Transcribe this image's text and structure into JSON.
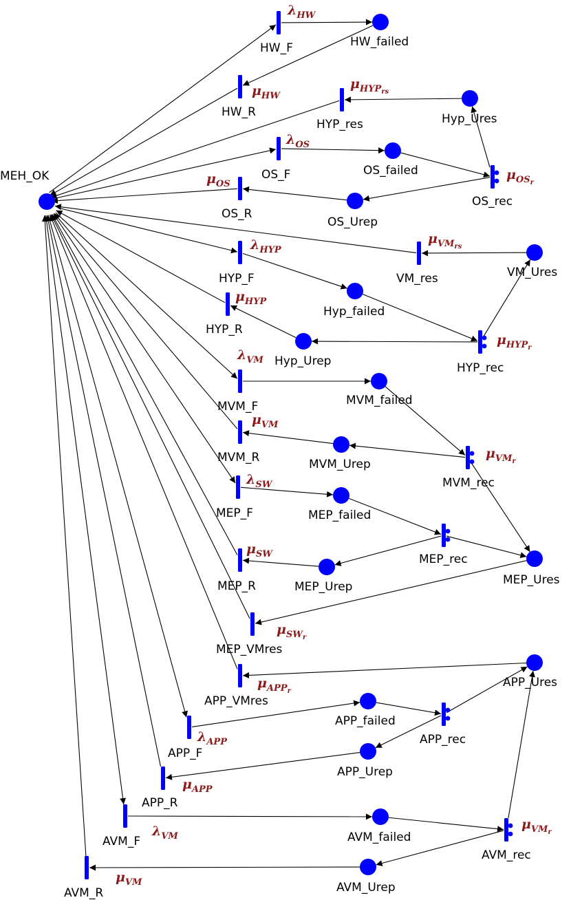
{
  "diagram": {
    "places": [
      {
        "id": "MEH_OK",
        "label": "MEH_OK"
      },
      {
        "id": "HW_failed",
        "label": "HW_failed"
      },
      {
        "id": "Hyp_Ures",
        "label": "Hyp_Ures"
      },
      {
        "id": "OS_failed",
        "label": "OS_failed"
      },
      {
        "id": "OS_Urep",
        "label": "OS_Urep"
      },
      {
        "id": "VM_Ures",
        "label": "VM_Ures"
      },
      {
        "id": "Hyp_failed",
        "label": "Hyp_failed"
      },
      {
        "id": "Hyp_Urep",
        "label": "Hyp_Urep"
      },
      {
        "id": "MVM_failed",
        "label": "MVM_failed"
      },
      {
        "id": "MVM_Urep",
        "label": "MVM_Urep"
      },
      {
        "id": "MEP_failed",
        "label": "MEP_failed"
      },
      {
        "id": "MEP_Urep",
        "label": "MEP_Urep"
      },
      {
        "id": "MEP_Ures",
        "label": "MEP_Ures"
      },
      {
        "id": "APP_Ures",
        "label": "APP_Ures"
      },
      {
        "id": "APP_failed",
        "label": "APP_failed"
      },
      {
        "id": "APP_Urep",
        "label": "APP_Urep"
      },
      {
        "id": "AVM_failed",
        "label": "AVM_failed"
      },
      {
        "id": "AVM_Urep",
        "label": "AVM_Urep"
      }
    ],
    "transitions": [
      {
        "id": "HW_F",
        "label": "HW_F",
        "rate": {
          "sym": "λ",
          "sub": "HW"
        }
      },
      {
        "id": "HW_R",
        "label": "HW_R",
        "rate": {
          "sym": "μ",
          "sub": "HW"
        }
      },
      {
        "id": "HYP_res",
        "label": "HYP_res",
        "rate": {
          "sym": "μ",
          "sub": "HYP",
          "sub2": "rs"
        }
      },
      {
        "id": "OS_F",
        "label": "OS_F",
        "rate": {
          "sym": "λ",
          "sub": "OS"
        }
      },
      {
        "id": "OS_R",
        "label": "OS_R",
        "rate": {
          "sym": "μ",
          "sub": "OS"
        }
      },
      {
        "id": "OS_rec",
        "label": "OS_rec",
        "rate": {
          "sym": "μ",
          "sub": "OS",
          "sub2": "r"
        }
      },
      {
        "id": "VM_res",
        "label": "VM_res",
        "rate": {
          "sym": "μ",
          "sub": "VM",
          "sub2": "rs"
        }
      },
      {
        "id": "HYP_F",
        "label": "HYP_F",
        "rate": {
          "sym": "λ",
          "sub": "HYP"
        }
      },
      {
        "id": "HYP_R",
        "label": "HYP_R",
        "rate": {
          "sym": "μ",
          "sub": "HYP"
        }
      },
      {
        "id": "HYP_rec",
        "label": "HYP_rec",
        "rate": {
          "sym": "μ",
          "sub": "HYP",
          "sub2": "r"
        }
      },
      {
        "id": "MVM_F",
        "label": "MVM_F",
        "rate": {
          "sym": "λ",
          "sub": "VM"
        }
      },
      {
        "id": "MVM_R",
        "label": "MVM_R",
        "rate": {
          "sym": "μ",
          "sub": "VM"
        }
      },
      {
        "id": "MVM_rec",
        "label": "MVM_rec",
        "rate": {
          "sym": "μ",
          "sub": "VM",
          "sub2": "r"
        }
      },
      {
        "id": "MEP_F",
        "label": "MEP_F",
        "rate": {
          "sym": "λ",
          "sub": "SW"
        }
      },
      {
        "id": "MEP_R",
        "label": "MEP_R",
        "rate": {
          "sym": "μ",
          "sub": "SW"
        }
      },
      {
        "id": "MEP_rec",
        "label": "MEP_rec",
        "rate": null
      },
      {
        "id": "MEP_VMres",
        "label": "MEP_VMres",
        "rate": {
          "sym": "μ",
          "sub": "SW",
          "sub2": "r"
        }
      },
      {
        "id": "APP_VMres",
        "label": "APP_VMres",
        "rate": {
          "sym": "μ",
          "sub": "APP",
          "sub2": "r"
        }
      },
      {
        "id": "APP_F",
        "label": "APP_F",
        "rate": {
          "sym": "λ",
          "sub": "APP"
        }
      },
      {
        "id": "APP_rec",
        "label": "APP_rec",
        "rate": null
      },
      {
        "id": "APP_R",
        "label": "APP_R",
        "rate": {
          "sym": "μ",
          "sub": "APP"
        }
      },
      {
        "id": "AVM_F",
        "label": "AVM_F",
        "rate": {
          "sym": "λ",
          "sub": "VM"
        }
      },
      {
        "id": "AVM_rec",
        "label": "AVM_rec",
        "rate": {
          "sym": "μ",
          "sub": "VM",
          "sub2": "r"
        }
      },
      {
        "id": "AVM_R",
        "label": "AVM_R",
        "rate": {
          "sym": "μ",
          "sub": "VM"
        }
      }
    ],
    "arcs": [
      [
        "MEH_OK",
        "HW_F"
      ],
      [
        "HW_F",
        "HW_failed"
      ],
      [
        "HW_failed",
        "HW_R"
      ],
      [
        "HW_R",
        "MEH_OK"
      ],
      [
        "Hyp_Ures",
        "HYP_res"
      ],
      [
        "HYP_res",
        "MEH_OK"
      ],
      [
        "MEH_OK",
        "OS_F"
      ],
      [
        "OS_F",
        "OS_failed"
      ],
      [
        "OS_failed",
        "OS_rec"
      ],
      [
        "OS_rec",
        "Hyp_Ures"
      ],
      [
        "OS_rec",
        "OS_Urep"
      ],
      [
        "OS_Urep",
        "OS_R"
      ],
      [
        "OS_R",
        "MEH_OK"
      ],
      [
        "VM_Ures",
        "VM_res"
      ],
      [
        "VM_res",
        "MEH_OK"
      ],
      [
        "MEH_OK",
        "HYP_F"
      ],
      [
        "HYP_F",
        "Hyp_failed"
      ],
      [
        "Hyp_failed",
        "HYP_rec"
      ],
      [
        "HYP_rec",
        "VM_Ures"
      ],
      [
        "HYP_rec",
        "Hyp_Urep"
      ],
      [
        "Hyp_Urep",
        "HYP_R"
      ],
      [
        "HYP_R",
        "MEH_OK"
      ],
      [
        "MEH_OK",
        "MVM_F"
      ],
      [
        "MVM_F",
        "MVM_failed"
      ],
      [
        "MVM_failed",
        "MVM_rec"
      ],
      [
        "MVM_rec",
        "MVM_Urep"
      ],
      [
        "MVM_rec",
        "MEP_Ures"
      ],
      [
        "MVM_Urep",
        "MVM_R"
      ],
      [
        "MVM_R",
        "MEH_OK"
      ],
      [
        "MEH_OK",
        "MEP_F"
      ],
      [
        "MEP_F",
        "MEP_failed"
      ],
      [
        "MEP_failed",
        "MEP_rec"
      ],
      [
        "MEP_rec",
        "MEP_Ures"
      ],
      [
        "MEP_rec",
        "MEP_Urep"
      ],
      [
        "MEP_Urep",
        "MEP_R"
      ],
      [
        "MEP_R",
        "MEH_OK"
      ],
      [
        "MEP_Ures",
        "MEP_VMres"
      ],
      [
        "MEP_VMres",
        "MEH_OK"
      ],
      [
        "APP_Ures",
        "APP_VMres"
      ],
      [
        "APP_VMres",
        "MEH_OK"
      ],
      [
        "MEH_OK",
        "APP_F"
      ],
      [
        "APP_F",
        "APP_failed"
      ],
      [
        "APP_failed",
        "APP_rec"
      ],
      [
        "APP_rec",
        "APP_Ures"
      ],
      [
        "APP_rec",
        "APP_Urep"
      ],
      [
        "APP_Urep",
        "APP_R"
      ],
      [
        "APP_R",
        "MEH_OK"
      ],
      [
        "MEH_OK",
        "AVM_F"
      ],
      [
        "AVM_F",
        "AVM_failed"
      ],
      [
        "AVM_failed",
        "AVM_rec"
      ],
      [
        "AVM_rec",
        "APP_Ures"
      ],
      [
        "AVM_rec",
        "AVM_Urep"
      ],
      [
        "AVM_Urep",
        "AVM_R"
      ],
      [
        "AVM_R",
        "MEH_OK"
      ]
    ]
  }
}
